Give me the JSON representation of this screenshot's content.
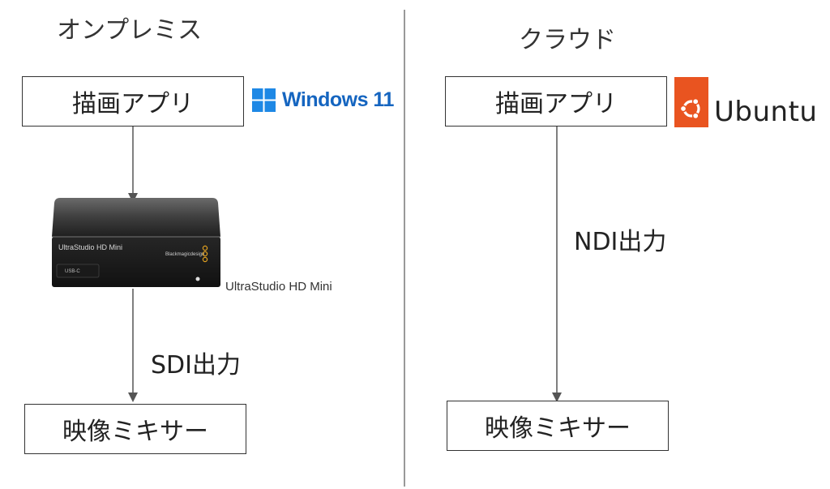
{
  "left": {
    "heading": "オンプレミス",
    "app_box": "描画アプリ",
    "os_logo": {
      "name": "windows-11-logo",
      "text": "Windows 11",
      "color": "#1e88e5"
    },
    "device": {
      "model_text": "UltraStudio HD Mini",
      "brand_text": "Blackmagicdesign",
      "port_text": "USB-C",
      "caption": "UltraStudio HD Mini"
    },
    "output_label": "SDI出力",
    "mixer_box": "映像ミキサー"
  },
  "right": {
    "heading": "クラウド",
    "app_box": "描画アプリ",
    "os_logo": {
      "name": "ubuntu-logo",
      "text": "Ubuntu",
      "color": "#e95420"
    },
    "output_label": "NDI出力",
    "mixer_box": "映像ミキサー"
  }
}
